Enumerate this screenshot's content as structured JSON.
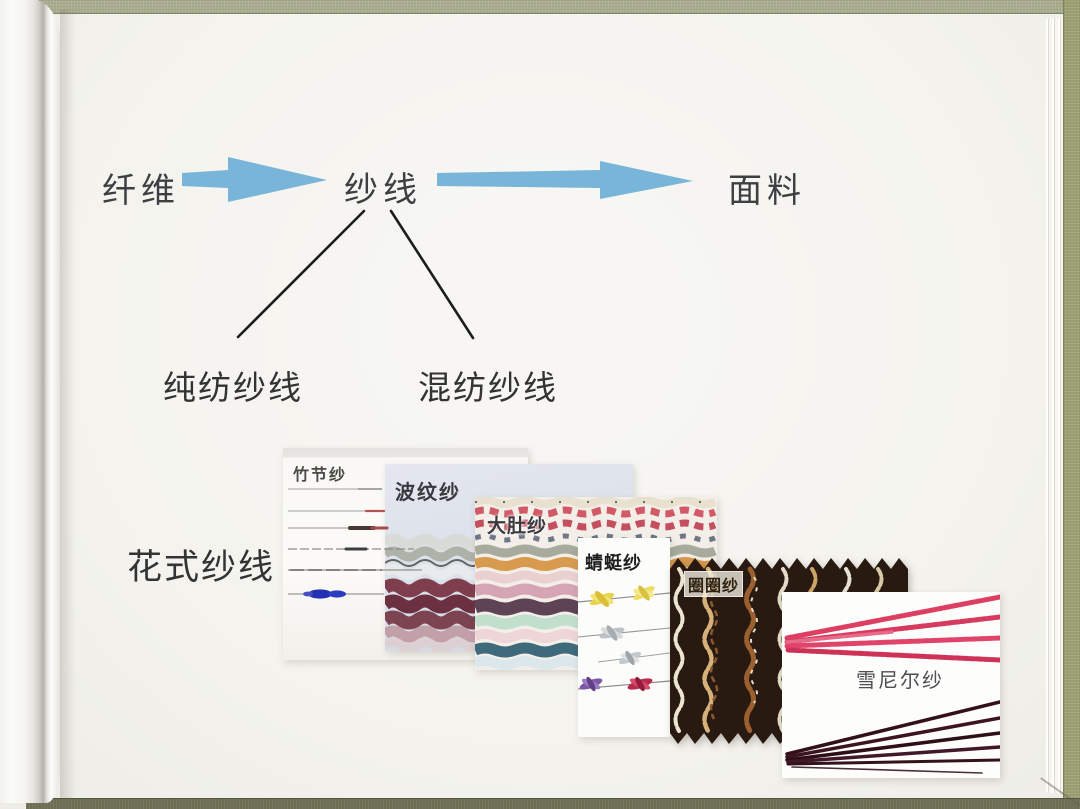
{
  "slide": {
    "flow": {
      "nodes": [
        {
          "label": "纤维"
        },
        {
          "label": "纱线"
        },
        {
          "label": "面料"
        }
      ]
    },
    "branches": [
      {
        "label": "纯纺纱线"
      },
      {
        "label": "混纺纱线"
      }
    ],
    "fancy": {
      "label": "花式纱线",
      "samples": [
        {
          "label": "竹节纱"
        },
        {
          "label": "波纹纱"
        },
        {
          "label": "大肚纱"
        },
        {
          "label": "蜻蜓纱"
        },
        {
          "label": "圈圈纱"
        },
        {
          "label": "雪尼尔纱"
        }
      ]
    },
    "colors": {
      "arrow_blue": "#79b5d8",
      "cover_top": "#a9ad8e",
      "cover_right": "#9ba173",
      "cover_bottom": "#6c6e54",
      "page": "#f5f4f0",
      "text": "#3c4043",
      "maroon_wave": "#6b3140",
      "chenille_pink": "#dc3f62",
      "loop_fabric_dark": "#281a11",
      "slub_blue": "#2131b2"
    }
  }
}
